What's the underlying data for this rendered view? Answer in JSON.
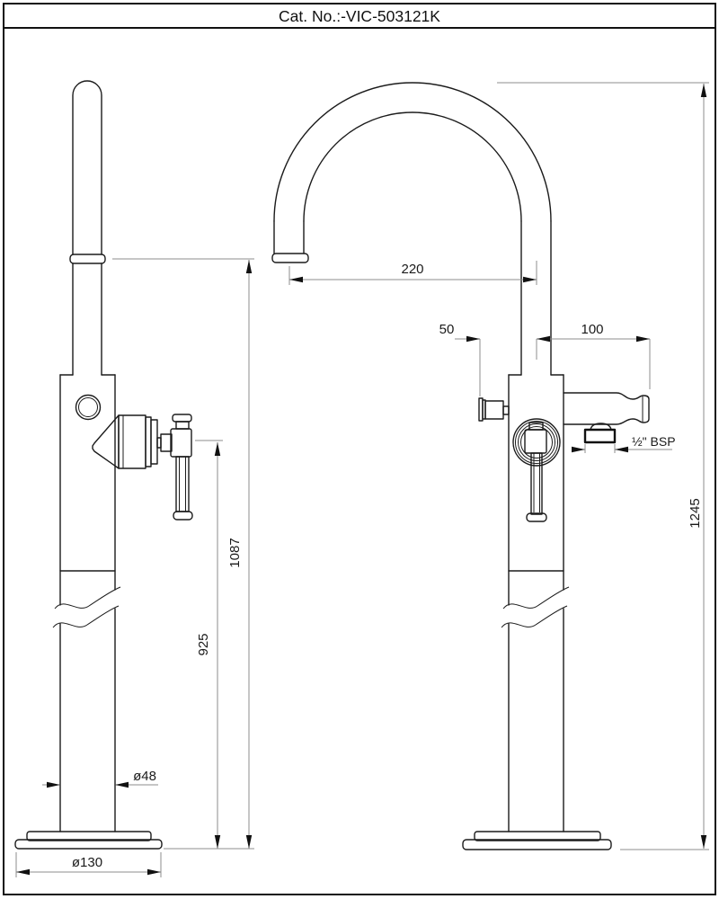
{
  "title": "Cat. No.:-VIC-503121K",
  "drawing": {
    "left_view": "side-view-of-freestanding-bath-filler",
    "right_view": "front-view-of-freestanding-bath-filler"
  },
  "dimensions": {
    "spout_reach": "220",
    "diverter_offset": "50",
    "outlet_length": "100",
    "thread_size": "½\" BSP",
    "overall_height": "1245",
    "spout_height": "1087",
    "handle_height": "925",
    "column_diameter": "ø48",
    "base_diameter": "ø130"
  }
}
